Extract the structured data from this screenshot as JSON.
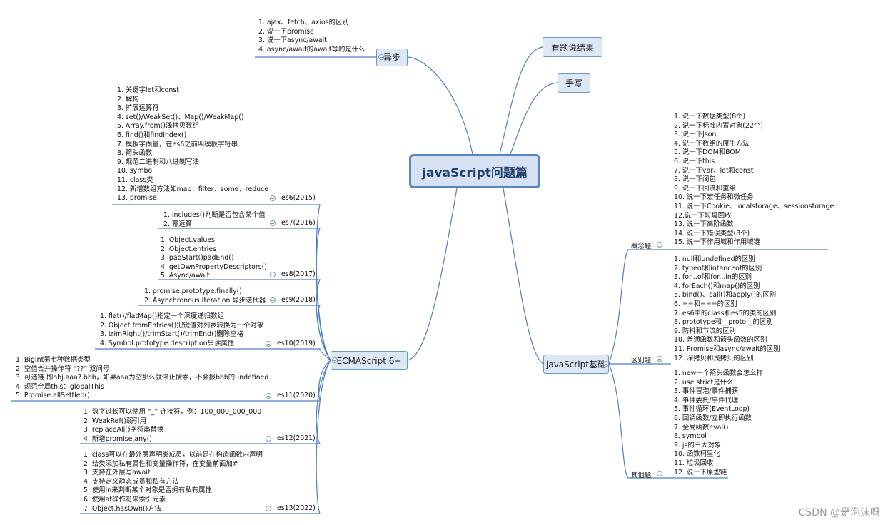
{
  "central": "javaScript问题篇",
  "topics": {
    "async": "异步",
    "read_code": "看题说结果",
    "handwrite": "手写",
    "ecmascript": "ECMAScript 6+",
    "js_basics": "javaScript基础"
  },
  "async_items": [
    "1. ajax、fetch、axios的区别",
    "2. 说一下promise",
    "3. 说一下async/await",
    "4. async/await的await等的是什么"
  ],
  "es_sections": {
    "es6": {
      "label": "es6(2015)",
      "items": [
        "1. 关键字let和const",
        "2. 解构",
        "3. 扩展运算符",
        "4. set()/WeakSet()、Map()/WeakMap()",
        "5. Array.from()浅拷贝数组",
        "6. find()和findIndex()",
        "7. 模板字面量，在es6之前叫模板字符串",
        "8. 箭头函数",
        "9. 规范二进制和八进制写法",
        "10. symbol",
        "11. class类",
        "12. 新增数组方法如map、filter、some、reduce",
        "13. promise"
      ]
    },
    "es7": {
      "label": "es7(2016)",
      "items": [
        "1. includes()判断是否包含某个值",
        "2. 幂运算"
      ]
    },
    "es8": {
      "label": "es8(2017)",
      "items": [
        "1. Object.values",
        "2. Object.entries",
        "3. padStart()padEnd()",
        "4. getOwnPropertyDescriptors()",
        "5. Async/await"
      ]
    },
    "es9": {
      "label": "es9(2018)",
      "items": [
        "1. promise.prototype.finally()",
        "2. Asynchronous Iteration 异步迭代器"
      ]
    },
    "es10": {
      "label": "es10(2019)",
      "items": [
        "1. flat()/flatMap()指定一个深度递归数组",
        "2. Object.fromEntries()把键值对列表转换为一个对象",
        "3. trimRight()/trimStart()/trimEnd()删除空格",
        "4. Symbol.prototype.description只读属性"
      ]
    },
    "es11": {
      "label": "es11(2020)",
      "items": [
        "1. BigInt第七种数据类型",
        "2. 空值合并操作符 “??” 双问号",
        "3. 可选链 即obj.aaa?.bbb，如果aaa为空那么就停止搜索，不会报bbb的undefined",
        "4. 规范全局this：globalThis",
        "5. Promise.allSettled()"
      ]
    },
    "es12": {
      "label": "es12(2021)",
      "items": [
        "1. 数字过长可以使用 “_” 连接符，例：100_000_000_000",
        "2. WeakRef()弱引用",
        "3. replaceAll()字符串替换",
        "4. 新增promise.any()"
      ]
    },
    "es13": {
      "label": "es13(2022)",
      "items": [
        "1. class可以在最外层声明类成员，以前是在构造函数内声明",
        "2. 给类添加私有属性和变量操作符，在变量前面加#",
        "3. 支持在外层写await",
        "4. 支持定义静态成员和私有方法",
        "5. 使用in来判断某个对象是否拥有私有属性",
        "6. 使用at操作符来索引元素",
        "7. Object.hasOwn()方法"
      ]
    }
  },
  "basics_sections": {
    "concept": {
      "label": "概念题",
      "items": [
        "1. 说一下数据类型(8个)",
        "2. 说一下标准内置对象(22个)",
        "3. 说一下Json",
        "4. 说一下数组的原生方法",
        "5. 说一下DOM和BOM",
        "6. 说一下this",
        "7. 说一下var、let和const",
        "8. 说一下闭包",
        "9. 说一下回流和重绘",
        "10. 说一下宏任务和微任务",
        "11. 说一下Cookie、localstorage、sessionstorage",
        "12.说一下垃圾回收",
        "13. 说一下高阶函数",
        "14. 说一下错误类型(8个)",
        "15. 说一下作用域和作用域链"
      ]
    },
    "difference": {
      "label": "区别题",
      "items": [
        "1. null和undefined的区别",
        "2. typeof和intanceof的区别",
        "3. for...of和for...in的区别",
        "4. forEach()和map()的区别",
        "5. bind()、call()和apply()的区别",
        "6. ==和===的区别",
        "7. es6中的class和es5的类的区别",
        "8. prototype和__proto__的区别",
        "9. 防抖和节流的区别",
        "10. 普通函数和箭头函数的区别",
        "11. Promise和async/await的区别",
        "12. 深拷贝和浅拷贝的区别"
      ]
    },
    "other": {
      "label": "其他题",
      "items": [
        "1. new一个箭头函数会怎么样",
        "2. use strict是什么",
        "3. 事件冒泡/事件捕获",
        "4. 事件委托/事件代理",
        "5. 事件循环(EventLoop)",
        "6. 回调函数/立即执行函数",
        "7. 全局函数eval()",
        "8. symbol",
        "9. js的三大对象",
        "10. 函数柯里化",
        "11. 垃圾回收",
        "12. 说一下原型链"
      ]
    }
  },
  "watermark": "CSDN @是泡沫呀",
  "colors": {
    "line": "#4f7fc0",
    "topic_fill": "#dde8f5",
    "topic_border": "#6f95c4"
  }
}
